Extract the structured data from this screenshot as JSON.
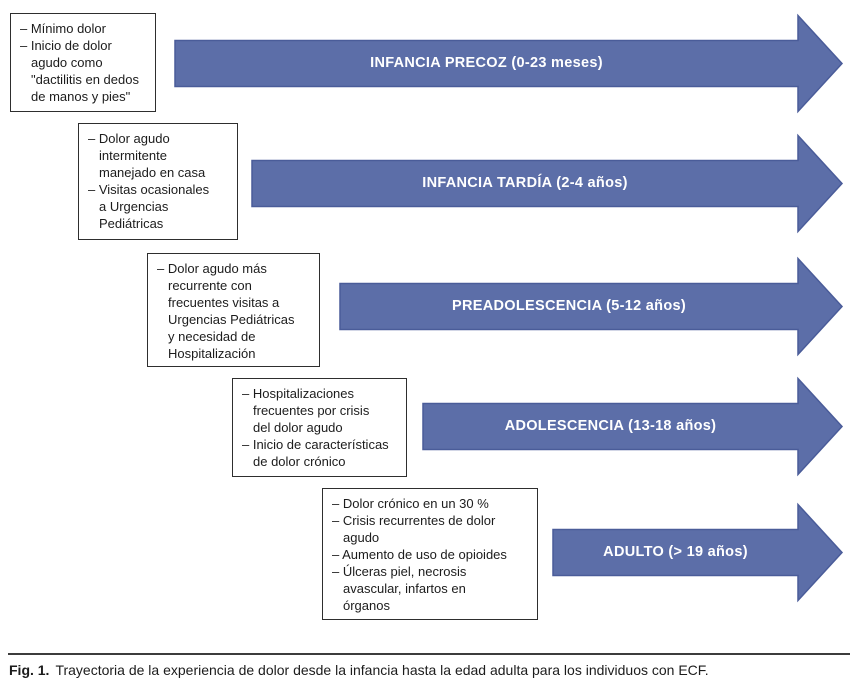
{
  "figure": {
    "caption_label": "Fig. 1.",
    "caption_text": "Trayectoria de la experiencia de dolor desde la infancia hasta la edad adulta para los individuos con ECF."
  },
  "colors": {
    "arrow_fill": "#5C6EA8",
    "arrow_border": "#4A5C99",
    "arrow_text": "#FFFFFF",
    "box_border": "#2E2E2E",
    "text": "#1C1C1C"
  },
  "stages": [
    {
      "label": "INFANCIA PRECOZ (0-23 meses)",
      "box_items": [
        "– Mínimo dolor",
        "– Inicio de dolor\nagudo como\n\"dactilitis en dedos\nde manos y pies\""
      ]
    },
    {
      "label": "INFANCIA TARDÍA (2-4 años)",
      "box_items": [
        "– Dolor agudo\nintermitente\nmanejado en casa",
        "– Visitas ocasionales\na Urgencias\nPediátricas"
      ]
    },
    {
      "label": "PREADOLESCENCIA (5-12 años)",
      "box_items": [
        "– Dolor agudo más\nrecurrente con\nfrecuentes visitas a\nUrgencias Pediátricas\ny necesidad de\nHospitalización"
      ]
    },
    {
      "label": "ADOLESCENCIA (13-18 años)",
      "box_items": [
        "– Hospitalizaciones\nfrecuentes por crisis\ndel dolor agudo",
        "– Inicio de características\nde dolor crónico"
      ]
    },
    {
      "label": "ADULTO (> 19 años)",
      "box_items": [
        "– Dolor crónico en un 30 %",
        "– Crisis recurrentes de dolor\nagudo",
        "– Aumento de uso de opioides",
        "– Úlceras piel, necrosis\navascular, infartos en\nórganos"
      ]
    }
  ]
}
